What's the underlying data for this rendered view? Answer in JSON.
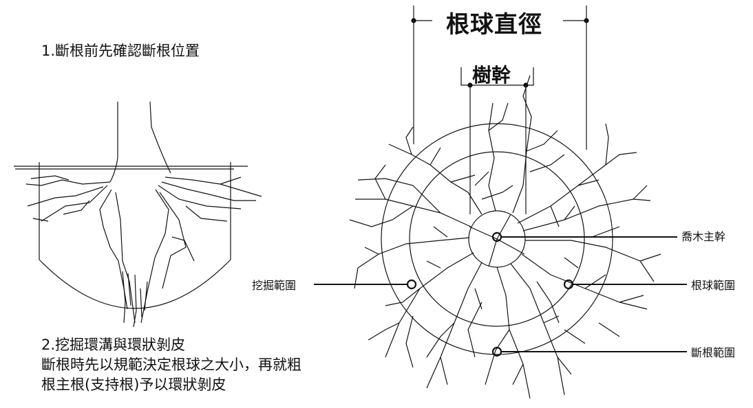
{
  "step1": {
    "text": "1.斷根前先確認斷根位置"
  },
  "step2": {
    "line1": "2.挖掘環溝與環狀剝皮",
    "line2": "斷根時先以規範決定根球之大小，再就粗",
    "line3": "根主根(支持根)予以環狀剝皮"
  },
  "dimension_labels": {
    "root_ball_diameter": "根球直徑",
    "trunk": "樹幹"
  },
  "callouts": {
    "tree_trunk": "喬木主幹",
    "root_ball_range": "根球範圍",
    "dig_range": "挖掘範圍",
    "root_cut_range": "斷根範圍"
  }
}
